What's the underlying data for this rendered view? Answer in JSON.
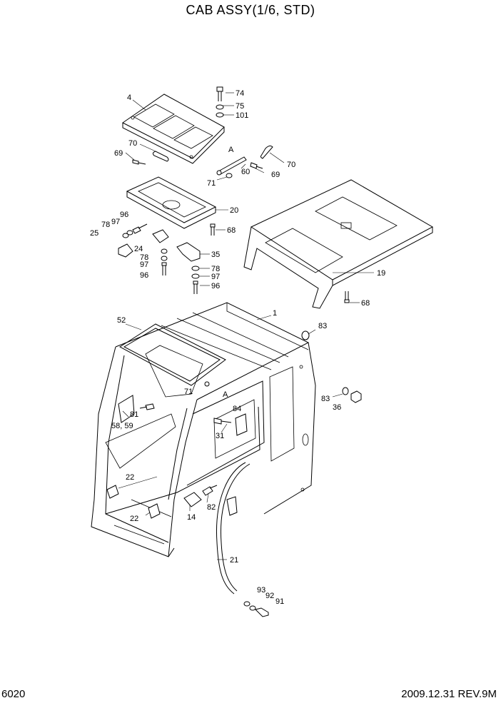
{
  "title": "CAB ASSY(1/6, STD)",
  "footer": {
    "page_number": "6020",
    "date_rev": "2009.12.31  REV.9M"
  },
  "section_marker": "A",
  "callouts": [
    "74",
    "75",
    "101",
    "4",
    "70",
    "69",
    "60",
    "69",
    "70",
    "71",
    "20",
    "96",
    "97",
    "78",
    "25",
    "68",
    "24",
    "78",
    "97",
    "96",
    "35",
    "78",
    "97",
    "96",
    "19",
    "68",
    "52",
    "1",
    "83",
    "71",
    "84",
    "83",
    "36",
    "81",
    "31",
    "58, 59",
    "22",
    "22",
    "82",
    "14",
    "21",
    "93",
    "92",
    "91"
  ]
}
